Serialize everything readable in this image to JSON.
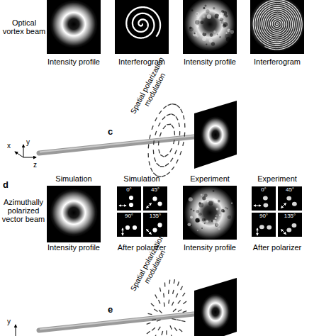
{
  "diagram": {
    "labels": [
      "Optical vortex beam",
      "Intensity profile",
      "Interferogram",
      "Intensity profile",
      "Interferogram",
      "Spatial polarization modulation",
      "c",
      "x",
      "y",
      "z",
      "d",
      "Simulation",
      "Simulation",
      "Experiment",
      "Experiment",
      "Azimuthally polarized vector beam",
      "0°",
      "45°",
      "90°",
      "135°",
      "0°",
      "45°",
      "90°",
      "135°",
      "Intensity profile",
      "After polarizer",
      "Intensity profile",
      "After polarizer",
      "Spatial polarization modulation",
      "e",
      "y"
    ]
  }
}
